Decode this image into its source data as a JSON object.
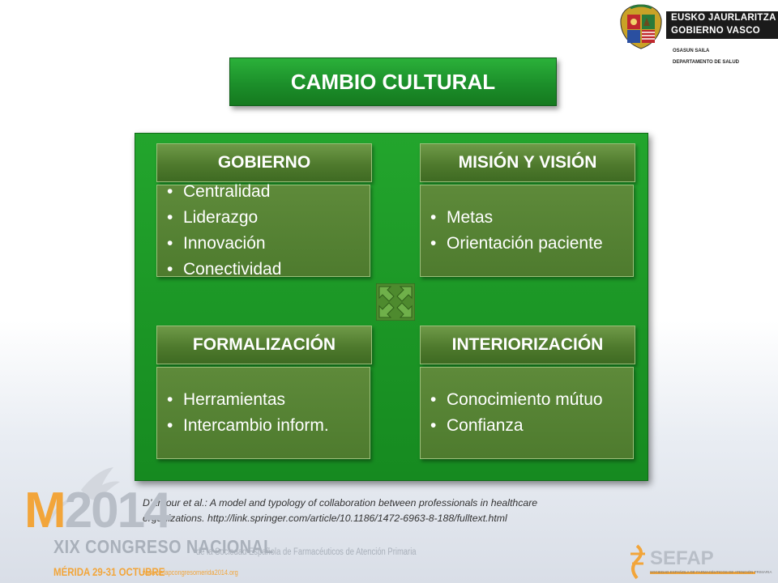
{
  "logo": {
    "line1": "EUSKO JAURLARITZA",
    "line2": "GOBIERNO VASCO",
    "sub1": "OSASUN SAILA",
    "sub2": "DEPARTAMENTO DE SALUD"
  },
  "title": "CAMBIO CULTURAL",
  "quadrants": [
    {
      "heading": "GOBIERNO",
      "items": [
        "Centralidad",
        "Liderazgo",
        "Innovación",
        "Conectividad"
      ]
    },
    {
      "heading": "MISIÓN Y VISIÓN",
      "items": [
        "Metas",
        "Orientación paciente"
      ]
    },
    {
      "heading": "FORMALIZACIÓN",
      "items": [
        "Herramientas",
        "Intercambio inform."
      ]
    },
    {
      "heading": "INTERIORIZACIÓN",
      "items": [
        "Conocimiento mútuo",
        "Confianza"
      ]
    }
  ],
  "citation": {
    "line1": "D’amour et al.: A model and typology of collaboration between professionals in healthcare",
    "line2": "organizations. http://link.springer.com/article/10.1186/1472-6963-8-188/fulltext.html"
  },
  "congress": {
    "year_m": "M",
    "year": "2014",
    "name": "XIX CONGRESO NACIONAL",
    "society": "de la Sociedad Española de Farmacéuticos de Atención Primaria",
    "date": "MÉRIDA 29-31 OCTUBRE",
    "url": "www.sefapcongresomerida2014.org"
  },
  "sefap": {
    "name": "SEFAP",
    "tagline": "SOCIEDAD ESPAÑOLA DE FARMACÉUTICOS DE ATENCIÓN PRIMARIA"
  },
  "colors": {
    "panel": "#1c9726",
    "quadrant": "#4e7b2e",
    "title_box": "#1c8f2a"
  }
}
